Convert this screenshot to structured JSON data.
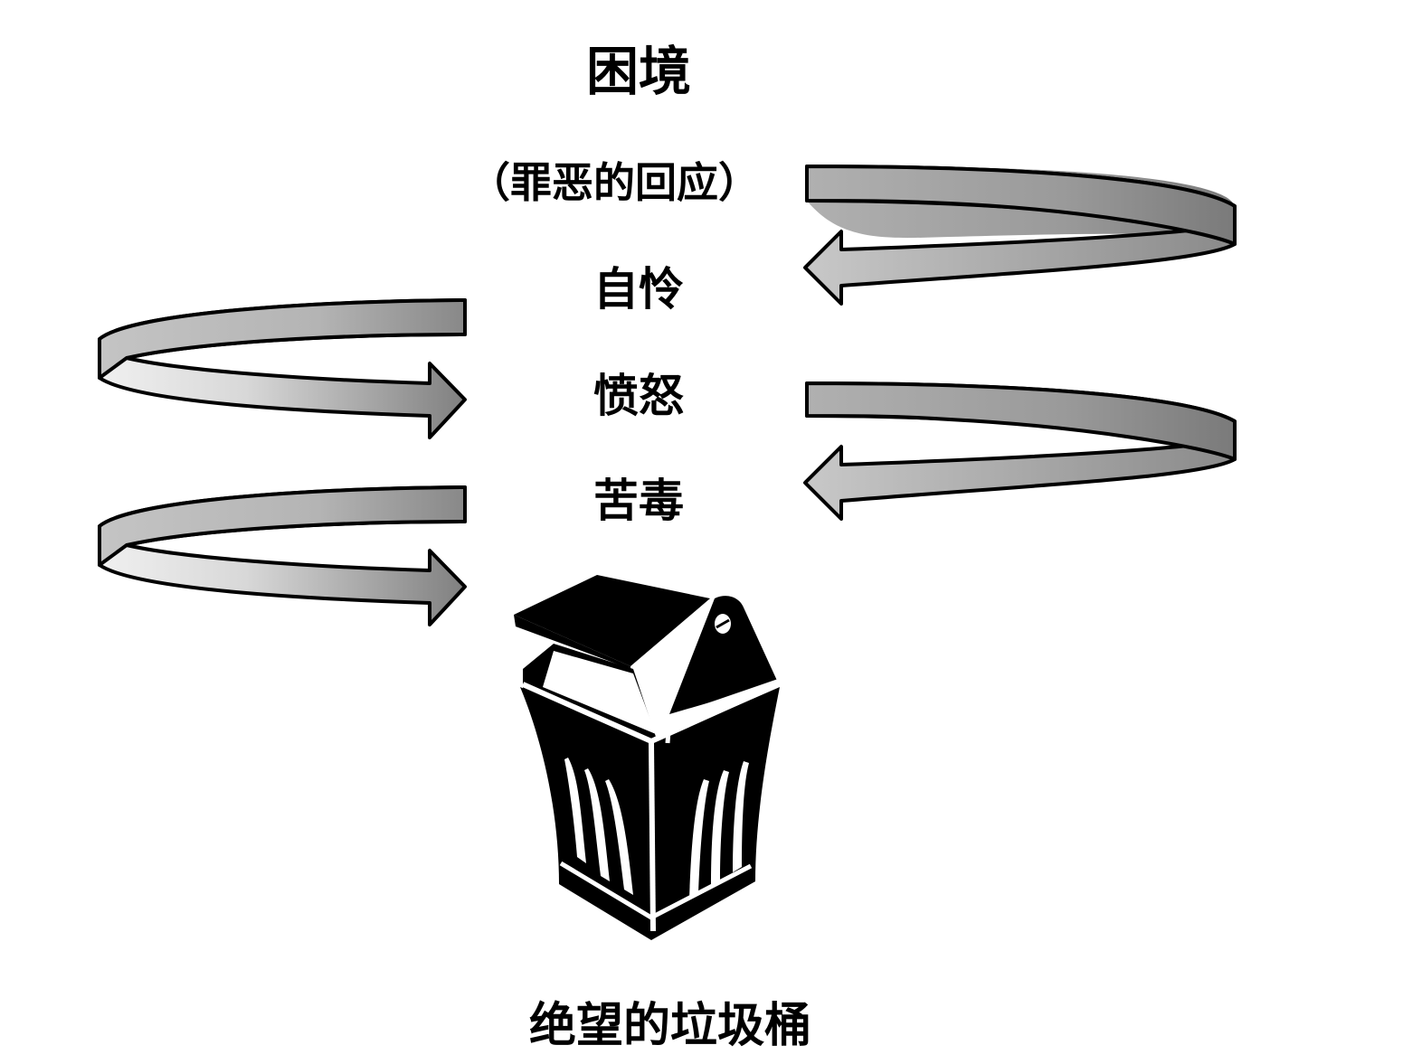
{
  "diagram": {
    "title": "困境",
    "subtitle": "（罪恶的回应）",
    "steps": [
      {
        "label": "自怜"
      },
      {
        "label": "愤怒"
      },
      {
        "label": "苦毒"
      }
    ],
    "destination": {
      "label": "绝望的垃圾桶",
      "icon": "trash-can-icon"
    },
    "arrows": [
      {
        "name": "loop-arrow-right-1",
        "side": "right",
        "direction": "back-left"
      },
      {
        "name": "loop-arrow-left-1",
        "side": "left",
        "direction": "back-right"
      },
      {
        "name": "loop-arrow-right-2",
        "side": "right",
        "direction": "back-left"
      },
      {
        "name": "loop-arrow-left-2",
        "side": "left",
        "direction": "back-right"
      }
    ],
    "colors": {
      "text": "#000000",
      "arrow_fill_dark": "#8c8c8c",
      "arrow_fill_light": "#e8e8e8",
      "outline": "#000000",
      "icon": "#000000"
    }
  }
}
